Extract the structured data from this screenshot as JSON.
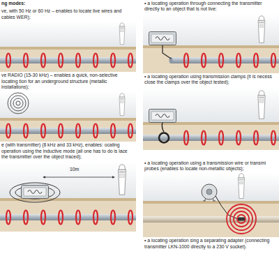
{
  "diagram": {
    "labels": [
      "ng modes:",
      "ve, with 50 Hz or 60 Hz – enables to locate live wires and cables WER);",
      "ve RADIO (15-30 kHz) – enables a quick, non-selective locating tion for an underground structure (metallic installations);",
      "e (with transmitter) (8 kHz and 33 kHz), enables: ocating operation using the inductive mode (all one has to do is lace the transmitter over the object traced);",
      "10m",
      "• a locating operation through connecting the transmitter directly to an object that is not live:",
      "• a locating operation using transmission clamps (it is necess close the clamps over the object tested);",
      "• a locating operation using a transmission wire or transmi probes (enables to locate non-metallic objects);",
      "• a locating operation sing a separating adapter (connecting transmitter LKN-1000 directly to a 230 V socket)."
    ]
  }
}
